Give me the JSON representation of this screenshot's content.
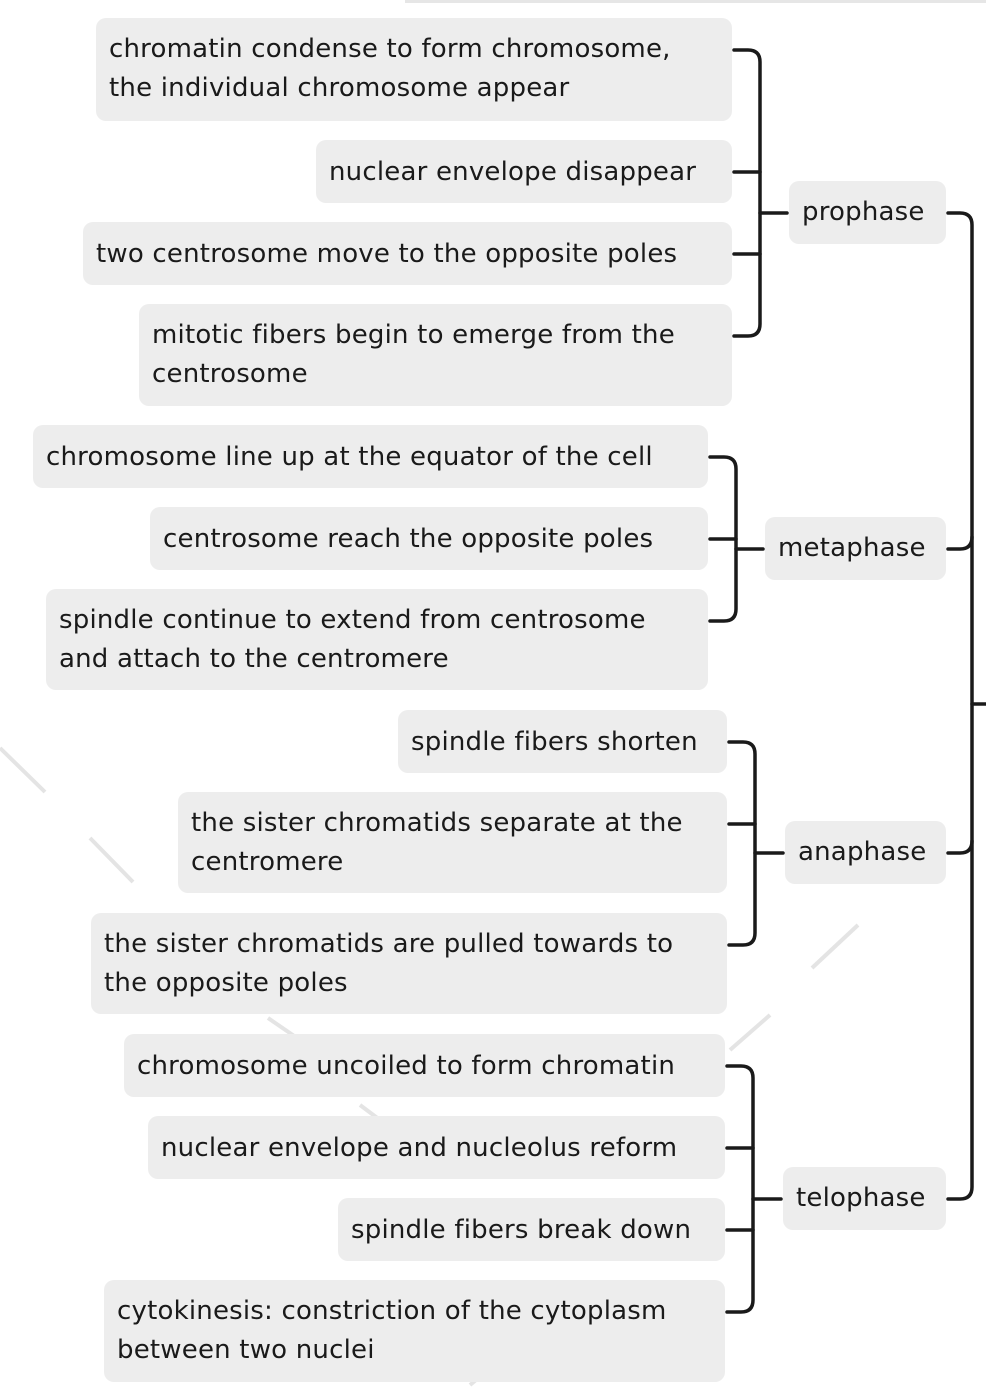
{
  "colors": {
    "node_fill": "#ededed",
    "line": "#1a1a1a",
    "text": "#1a1a1a",
    "watermark": "#e4e4e4",
    "background": "#ffffff"
  },
  "phases": [
    {
      "name": "prophase",
      "events": [
        [
          "chromatin condense to form chromosome,",
          "the individual chromosome appear"
        ],
        [
          "nuclear envelope disappear"
        ],
        [
          "two centrosome move to the opposite poles"
        ],
        [
          "mitotic fibers begin to emerge from the",
          "centrosome"
        ]
      ]
    },
    {
      "name": "metaphase",
      "events": [
        [
          "chromosome line up at the equator of the cell"
        ],
        [
          "centrosome reach the opposite poles"
        ],
        [
          "spindle continue to extend from centrosome",
          "and attach to the centromere"
        ]
      ]
    },
    {
      "name": "anaphase",
      "events": [
        [
          "spindle fibers shorten"
        ],
        [
          "the sister chromatids separate at the",
          "centromere"
        ],
        [
          "the sister chromatids are pulled towards to",
          "the opposite poles"
        ]
      ]
    },
    {
      "name": "telophase",
      "events": [
        [
          "chromosome uncoiled to form chromatin"
        ],
        [
          "nuclear envelope and nucleolus reform"
        ],
        [
          "spindle fibers break down"
        ],
        [
          "cytokinesis: constriction of the cytoplasm",
          "between two nuclei"
        ]
      ]
    }
  ]
}
